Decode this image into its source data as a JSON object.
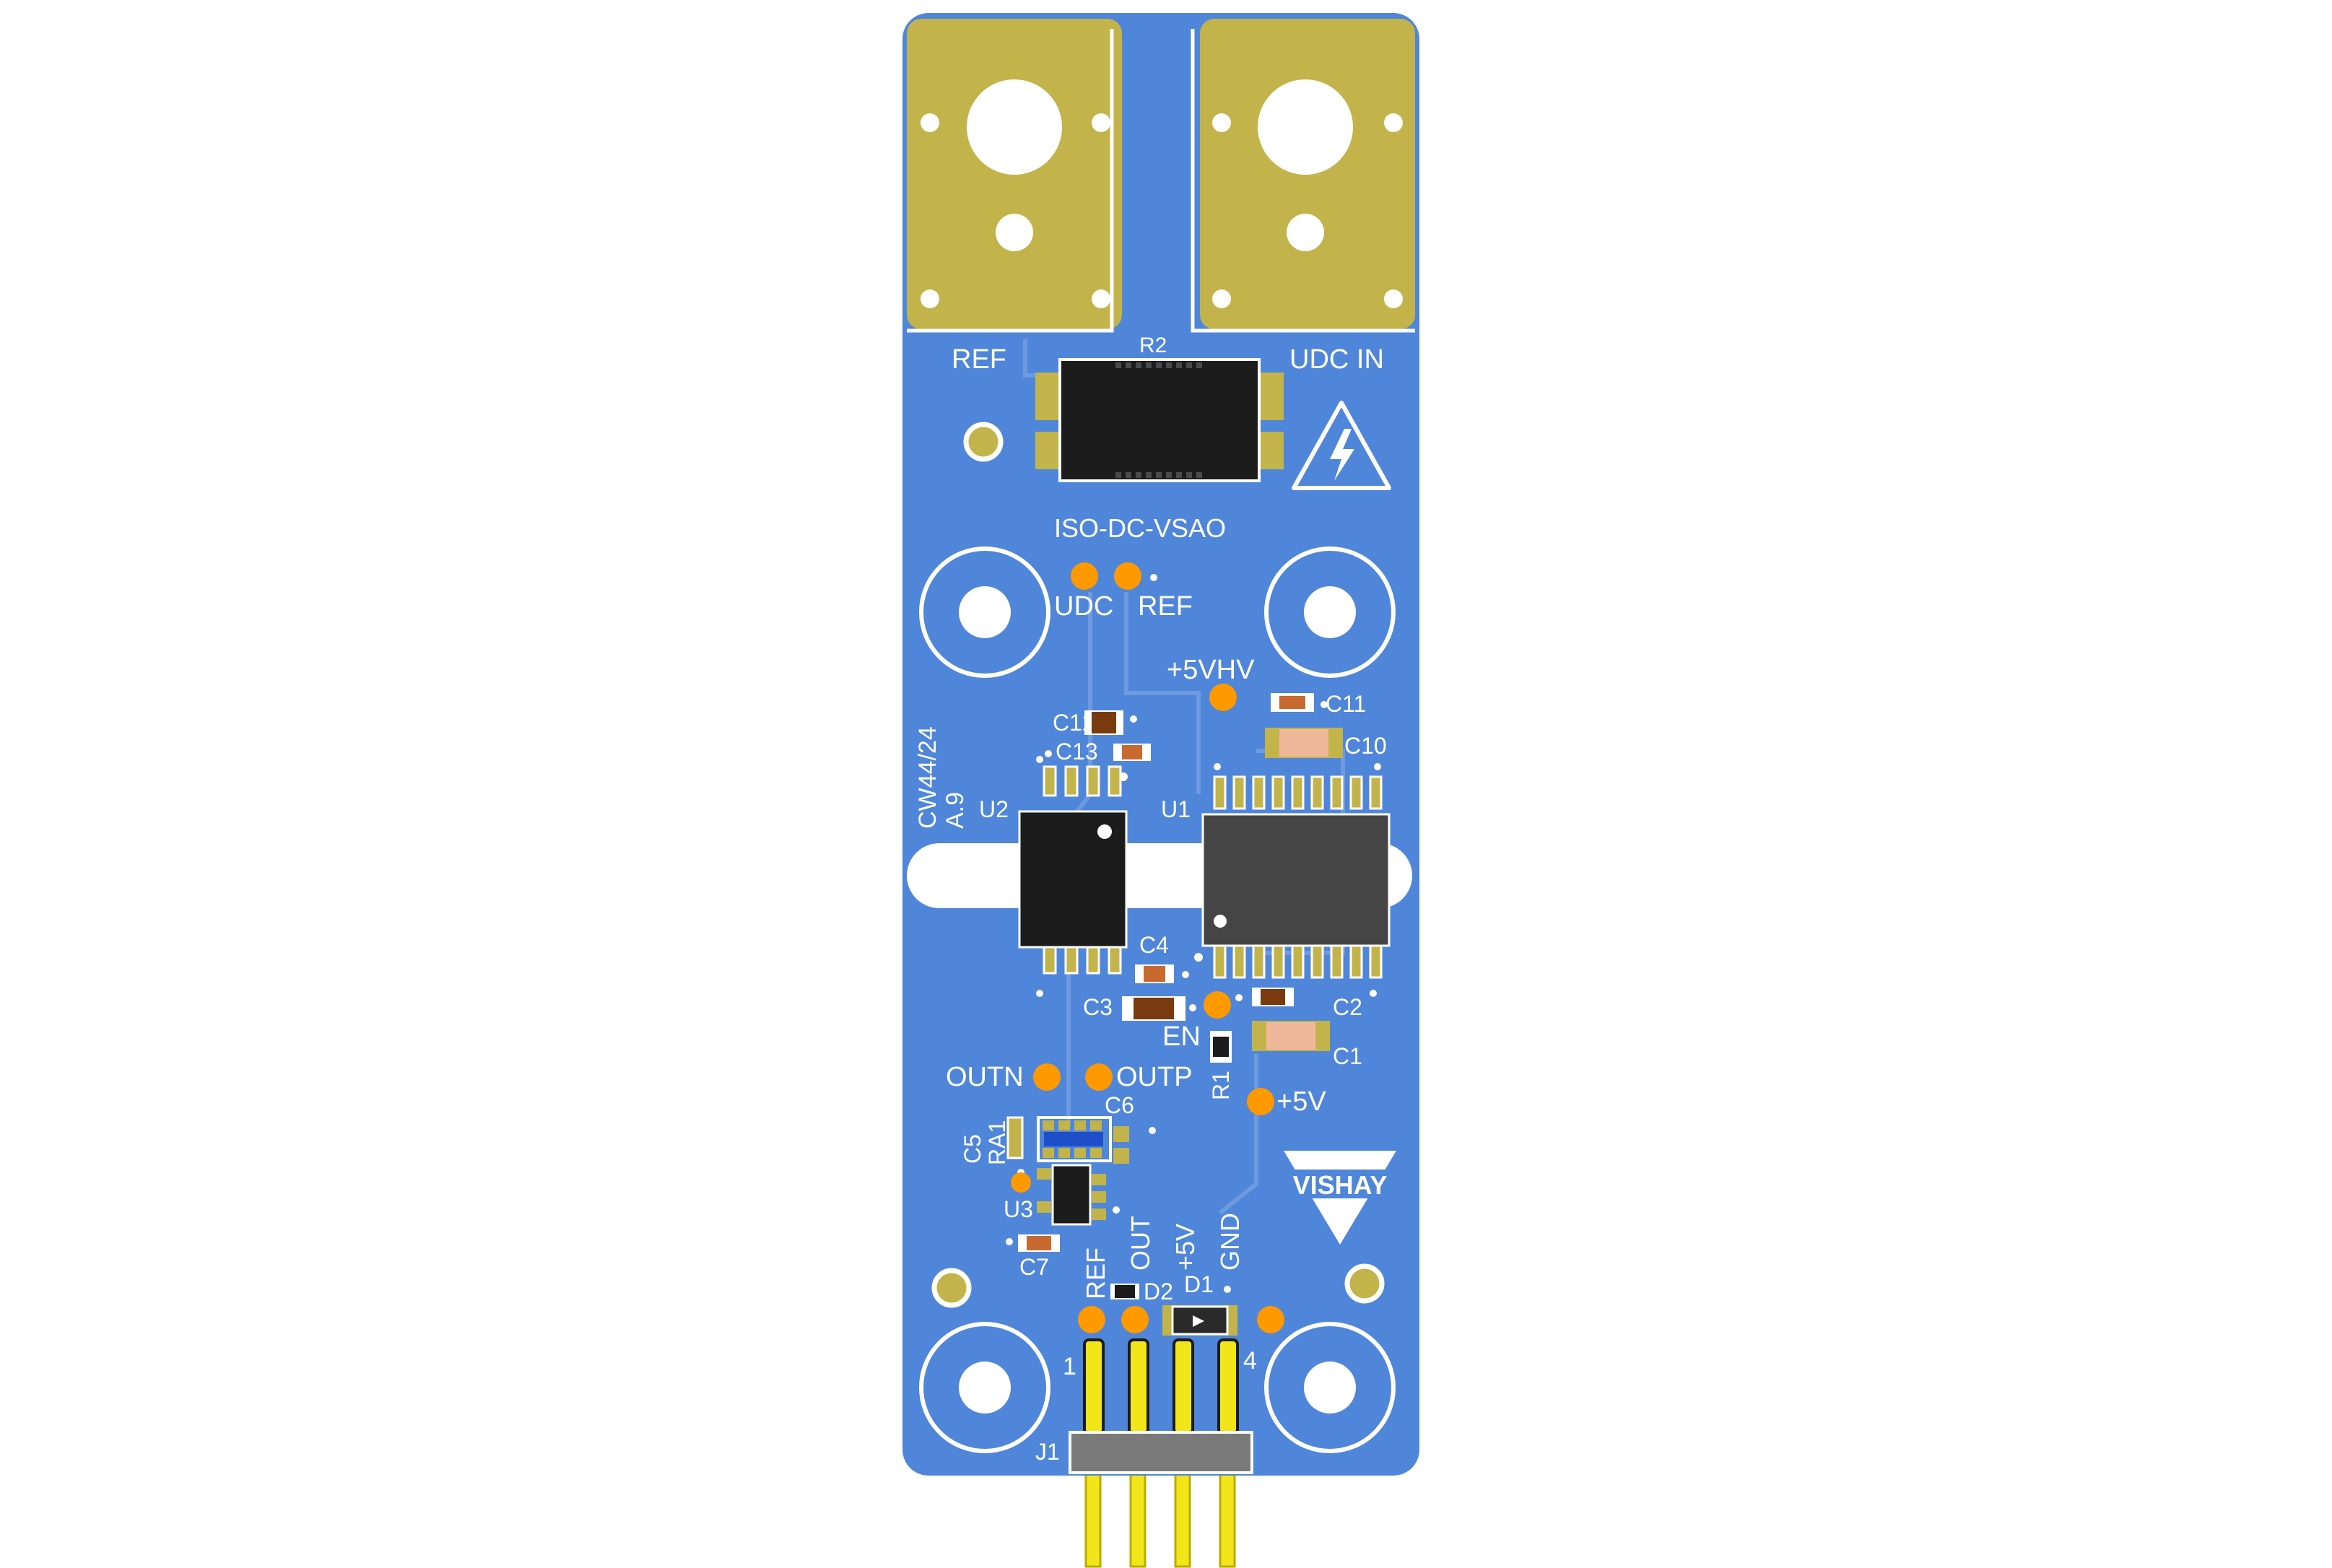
{
  "board": {
    "name": "ISO-DC-VSAO",
    "revision_line1": "CW44/24",
    "revision_line2": "A.9",
    "brand": "VISHAY",
    "colors": {
      "substrate": "#4f86d9",
      "copper": "#c2b44a",
      "silkscreen": "#ffffff",
      "testpoint": "#ff9900",
      "ic_body": "#1a1a1a",
      "header_pin": "#f2e61a"
    }
  },
  "terminals": {
    "left": "REF",
    "right": "UDC IN"
  },
  "components": {
    "r2": "R2",
    "u1": "U1",
    "u2": "U2",
    "u3": "U3",
    "ra1": "RA1",
    "r1": "R1",
    "j1": "J1",
    "d1": "D1",
    "d2": "D2",
    "c1": "C1",
    "c2": "C2",
    "c3": "C3",
    "c4": "C4",
    "c5": "C5",
    "c6": "C6",
    "c7": "C7",
    "c10": "C10",
    "c11": "C11",
    "c12": "C12",
    "c13": "C13"
  },
  "testpoints": {
    "udc": "UDC",
    "ref": "REF",
    "vhv": "+5VHV",
    "en": "EN",
    "outn": "OUTN",
    "outp": "OUTP",
    "v5": "+5V"
  },
  "connector": {
    "pin_first": "1",
    "pin_last": "4",
    "pins": [
      "REF",
      "OUT",
      "+5V",
      "GND"
    ]
  }
}
